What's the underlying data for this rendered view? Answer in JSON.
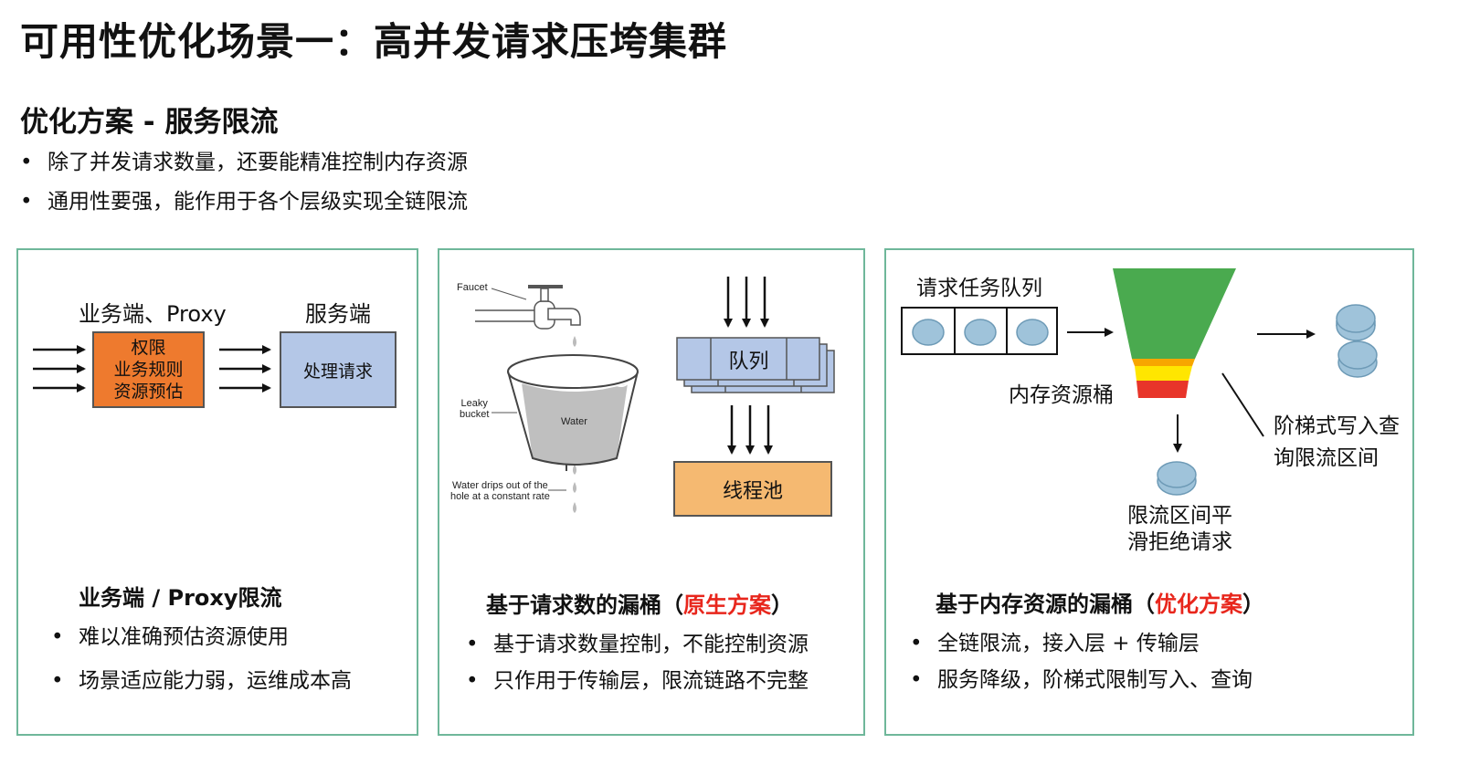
{
  "title": "可用性优化场景一：高并发请求压垮集群",
  "subtitle": "优化方案 - 服务限流",
  "bullets": [
    "除了并发请求数量，还要能精准控制内存资源",
    "通用性要强，能作用于各个层级实现全链限流"
  ],
  "bullet_glyph": "•",
  "panel1": {
    "client_label": "业务端、Proxy",
    "server_label": "服务端",
    "client_box": [
      "权限",
      "业务规则",
      "资源预估"
    ],
    "server_box": "处理请求",
    "title": "业务端 / Proxy限流",
    "bullets": [
      "难以准确预估资源使用",
      "场景适应能力弱，运维成本高"
    ]
  },
  "panel2": {
    "faucet": "Faucet",
    "leaky_bucket": [
      "Leaky",
      "bucket"
    ],
    "water": "Water",
    "drips": [
      "Water drips out of the",
      "hole at a constant rate"
    ],
    "queue": "队列",
    "thread_pool": "线程池",
    "title_prefix": "基于请求数的漏桶（",
    "title_highlight": "原生方案",
    "title_suffix": "）",
    "bullets": [
      "基于请求数量控制，不能控制资源",
      "只作用于传输层，限流链路不完整"
    ]
  },
  "panel3": {
    "queue_label": "请求任务队列",
    "bucket_label": "内存资源桶",
    "tier_label": [
      "阶梯式写入查",
      "询限流区间"
    ],
    "smooth_label": [
      "限流区间平",
      "滑拒绝请求"
    ],
    "title_prefix": "基于内存资源的漏桶（",
    "title_highlight": "优化方案",
    "title_suffix": "）",
    "bullets": [
      "全链限流，接入层 + 传输层",
      "服务降级，阶梯式限制写入、查询"
    ]
  },
  "colors": {
    "panel_border": "#6fb79a",
    "orange_box": "#ee7a2e",
    "blue_box": "#b4c7e7",
    "thread_pool": "#f5b971",
    "bucket_green": "#4aaa4f",
    "bucket_yellow": "#ffe600",
    "bucket_orange": "#f7a600",
    "bucket_red": "#e8352a",
    "highlight_red": "#e8261c",
    "token": "#9fc3da"
  }
}
